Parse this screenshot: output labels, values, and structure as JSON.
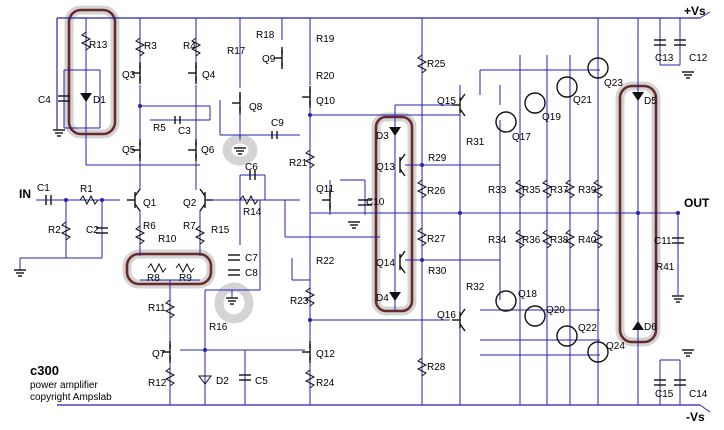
{
  "rails": {
    "positive": "+Vs",
    "negative": "-Vs"
  },
  "ports": {
    "input": "IN",
    "output": "OUT"
  },
  "caption": {
    "title": "c300",
    "line1": "power amplifier",
    "line2": "copyright Ampslab"
  },
  "components": {
    "R13": "R13",
    "D1": "D1",
    "C4": "C4",
    "R3": "R3",
    "R4": "R4",
    "Q3": "Q3",
    "Q4": "Q4",
    "R17": "R17",
    "R18": "R18",
    "R19": "R19",
    "Q9": "Q9",
    "R20": "R20",
    "Q8": "Q8",
    "Q10": "Q10",
    "R5": "R5",
    "C3": "C3",
    "C9": "C9",
    "Q5": "Q5",
    "Q6": "Q6",
    "C1": "C1",
    "R1": "R1",
    "R2": "R2",
    "C2": "C2",
    "Q1": "Q1",
    "Q2": "Q2",
    "R6": "R6",
    "R7": "R7",
    "R10": "R10",
    "R8": "R8",
    "R9": "R9",
    "R14": "R14",
    "R15": "R15",
    "C6": "C6",
    "C7": "C7",
    "C8": "C8",
    "R21": "R21",
    "Q11": "Q11",
    "C10": "C10",
    "R22": "R22",
    "R23": "R23",
    "R11": "R11",
    "R16": "R16",
    "Q7": "Q7",
    "Q12": "Q12",
    "R12": "R12",
    "D2": "D2",
    "C5": "C5",
    "R24": "R24",
    "R25": "R25",
    "R26": "R26",
    "R27": "R27",
    "R28": "R28",
    "D3": "D3",
    "Q13": "Q13",
    "Q14": "Q14",
    "D4": "D4",
    "R29": "R29",
    "R30": "R30",
    "Q15": "Q15",
    "Q16": "Q16",
    "R31": "R31",
    "R32": "R32",
    "Q17": "Q17",
    "Q18": "Q18",
    "Q19": "Q19",
    "Q20": "Q20",
    "Q21": "Q21",
    "Q22": "Q22",
    "Q23": "Q23",
    "Q24": "Q24",
    "R33": "R33",
    "R34": "R34",
    "R35": "R35",
    "R36": "R36",
    "R37": "R37",
    "R38": "R38",
    "R39": "R39",
    "R40": "R40",
    "D5": "D5",
    "D6": "D6",
    "C11": "C11",
    "R41": "R41",
    "C12": "C12",
    "C13": "C13",
    "C14": "C14",
    "C15": "C15"
  }
}
